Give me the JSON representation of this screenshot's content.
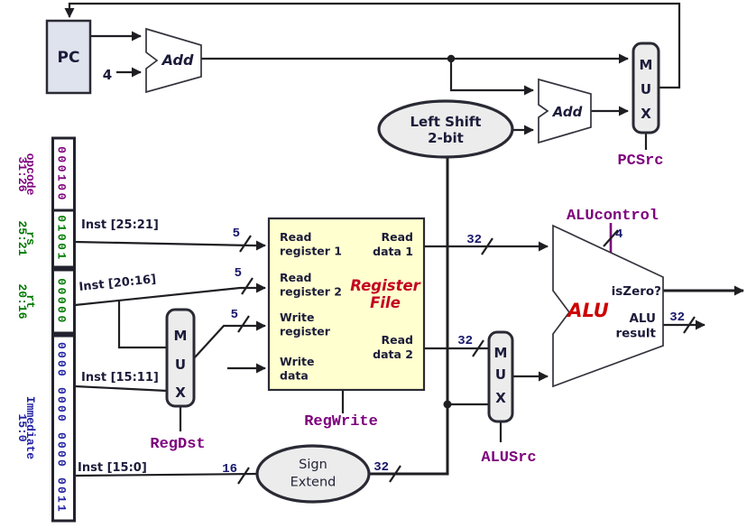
{
  "colors": {
    "wire": "#1f1f23",
    "block_fill": "#ececec",
    "pc_fill": "#dfe3ed",
    "register_file_fill": "#ffffcf",
    "control_label": "#7d007d",
    "opcode_color": "#7d007d",
    "reg_field_color": "#007a00",
    "immediate_color": "#2121a3",
    "alu_red": "#cc0000",
    "register_file_red": "#c40022"
  },
  "blocks": {
    "pc": "PC",
    "add_top": "Add",
    "add_branch": "Add",
    "pc_increment": "4",
    "left_shift": [
      "Left Shift",
      "2-bit"
    ],
    "sign_extend": [
      "Sign",
      "Extend"
    ],
    "mux_letters": [
      "M",
      "U",
      "X"
    ],
    "register_file_title": [
      "Register",
      "File"
    ],
    "alu_label": "ALU"
  },
  "register_file_ports": {
    "read_register_1": [
      "Read",
      "register 1"
    ],
    "read_register_2": [
      "Read",
      "register 2"
    ],
    "write_register": [
      "Write",
      "register"
    ],
    "write_data": [
      "Write",
      "data"
    ],
    "read_data_1": [
      "Read",
      "data 1"
    ],
    "read_data_2": [
      "Read",
      "data 2"
    ]
  },
  "alu_outputs": {
    "is_zero": "isZero?",
    "result": [
      "ALU",
      "result"
    ]
  },
  "control_signals": {
    "pcsrc": "PCSrc",
    "regdst": "RegDst",
    "regwrite": "RegWrite",
    "alusrc": "ALUSrc",
    "alucontrol": "ALUcontrol"
  },
  "instruction_fields": [
    {
      "name": "opcode",
      "range": "31:26",
      "value": "000100"
    },
    {
      "name": "rs",
      "range": "25:21",
      "value": "01001"
    },
    {
      "name": "rt",
      "range": "20:16",
      "value": "00000"
    },
    {
      "name": "Immediate",
      "range": "15:0",
      "value": "0000 0000 0000 0011"
    }
  ],
  "wire_labels": {
    "inst_25_21": "Inst [25:21]",
    "inst_20_16": "Inst [20:16]",
    "inst_15_11": "Inst [15:11]",
    "inst_15_0": "Inst [15:0]"
  },
  "bus_widths": {
    "five": "5",
    "sixteen": "16",
    "thirty_two": "32",
    "four": "4"
  }
}
